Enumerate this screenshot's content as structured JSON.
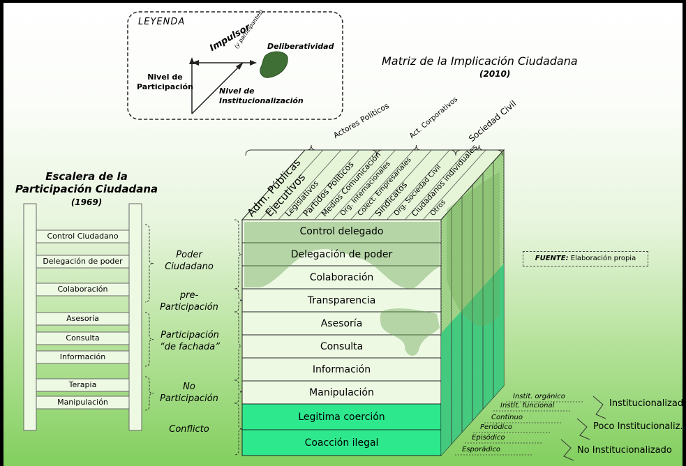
{
  "legend": {
    "title": "LEYENDA",
    "axis_impulsor": "Impulsor",
    "axis_impulsor_sub": "(y participantes)",
    "deliberatividad": "Deliberatividad",
    "nivel_participacion": "Nivel de\nParticipación",
    "nivel_institucionalizacion": "Nivel de\nInstitucionalización"
  },
  "matrix": {
    "title": "Matriz de la Implicación Ciudadana",
    "year": "(2010)",
    "group_labels": [
      "Actores Políticos",
      "Act. Corporativos",
      "Sociedad Civil"
    ],
    "actors": [
      "Adm. Públicas",
      "Ejecutivos",
      "Legislativos",
      "Partidos Políticos",
      "Medios Comunicación",
      "Org. Internacionales",
      "Colect. Empresariales",
      "Sindicatos",
      "Org. Sociedad Civil",
      "Ciudadanos individuales",
      "Otros"
    ],
    "rows": [
      "Control delegado",
      "Delegación de poder",
      "Colaboración",
      "Transparencia",
      "Asesoría",
      "Consulta",
      "Información",
      "Manipulación",
      "Legitima coerción",
      "Coacción ilegal"
    ],
    "levels": [
      "Instit. orgánico",
      "Instit. funcional",
      "Contínuo",
      "Periódico",
      "Episódico",
      "Esporádico"
    ],
    "level_groups": [
      "Institucionalizado",
      "Poco Institucionaliz.",
      "No Institucionalizado"
    ],
    "source_label": "FUENTE:",
    "source_text": "Elaboración propia"
  },
  "ladder": {
    "title1": "Escalera de la",
    "title2": "Participación Ciudadana",
    "year": "(1969)",
    "rungs": [
      "Control Ciudadano",
      "Delegación de poder",
      "Colaboración",
      "Asesoría",
      "Consulta",
      "Información",
      "Terapia",
      "Manipulación"
    ]
  },
  "groups": {
    "poder": "Poder\nCiudadano",
    "pre": "pre-\nParticipación",
    "fachada": "Participación\n“de fachada”",
    "no": "No\nParticipación",
    "conflicto": "Conflicto"
  },
  "colors": {
    "row_fill": "#eef9e4",
    "conflict_fill": "#2ee88e",
    "side_fill": "#a8d890",
    "side_dark": "#35c87e",
    "blob": "#6fa85a",
    "border": "#222222"
  }
}
